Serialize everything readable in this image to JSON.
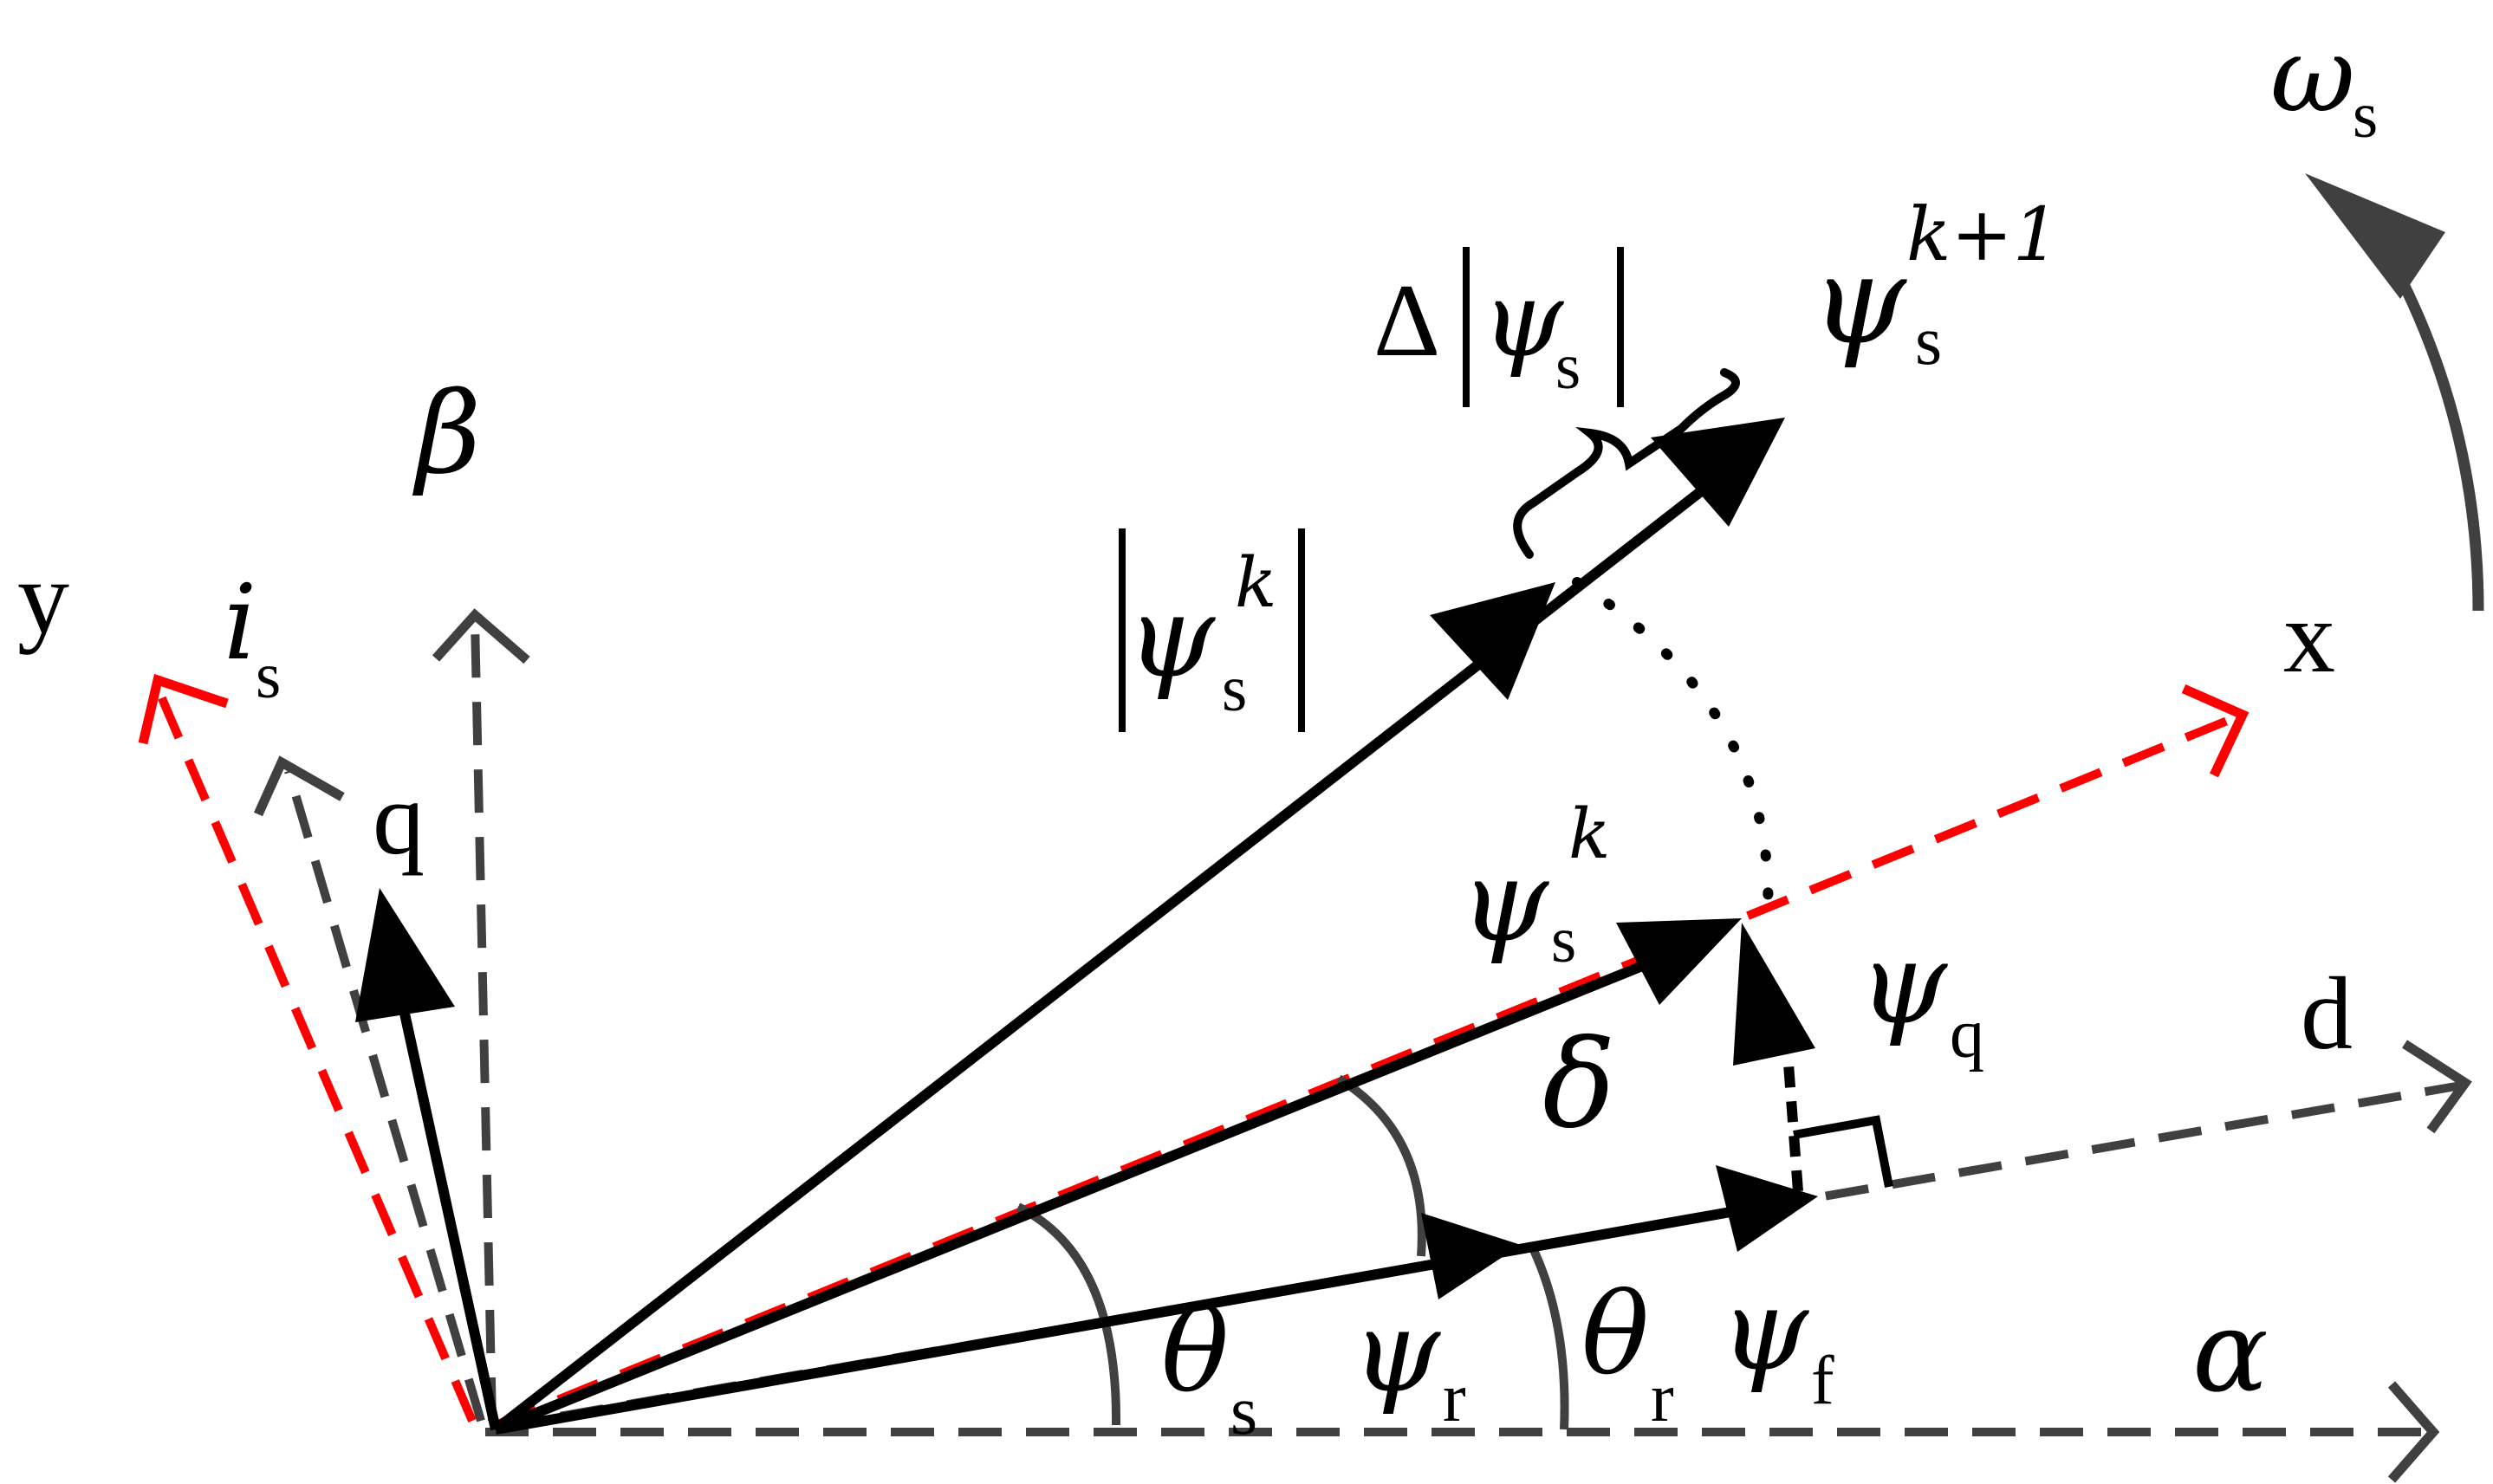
{
  "labels": {
    "omega": "ω",
    "omega_sub": "s",
    "delta_op": "Δ",
    "psi": "ψ",
    "psi_s_sub": "s",
    "k_plus_1": "k+1",
    "k": "k",
    "beta": "β",
    "y": "y",
    "i": "i",
    "i_sub": "s",
    "x": "x",
    "q": "q",
    "d": "d",
    "psi_q_sub": "q",
    "delta": "δ",
    "theta": "θ",
    "theta_s_sub": "s",
    "theta_r_sub": "r",
    "psi_r_sub": "r",
    "psi_f_sub": "f",
    "alpha": "α"
  },
  "colors": {
    "solid_vector": "#000000",
    "dashed_axis": "#404040",
    "xy_axis": "#ff0000",
    "arc": "#404040"
  }
}
